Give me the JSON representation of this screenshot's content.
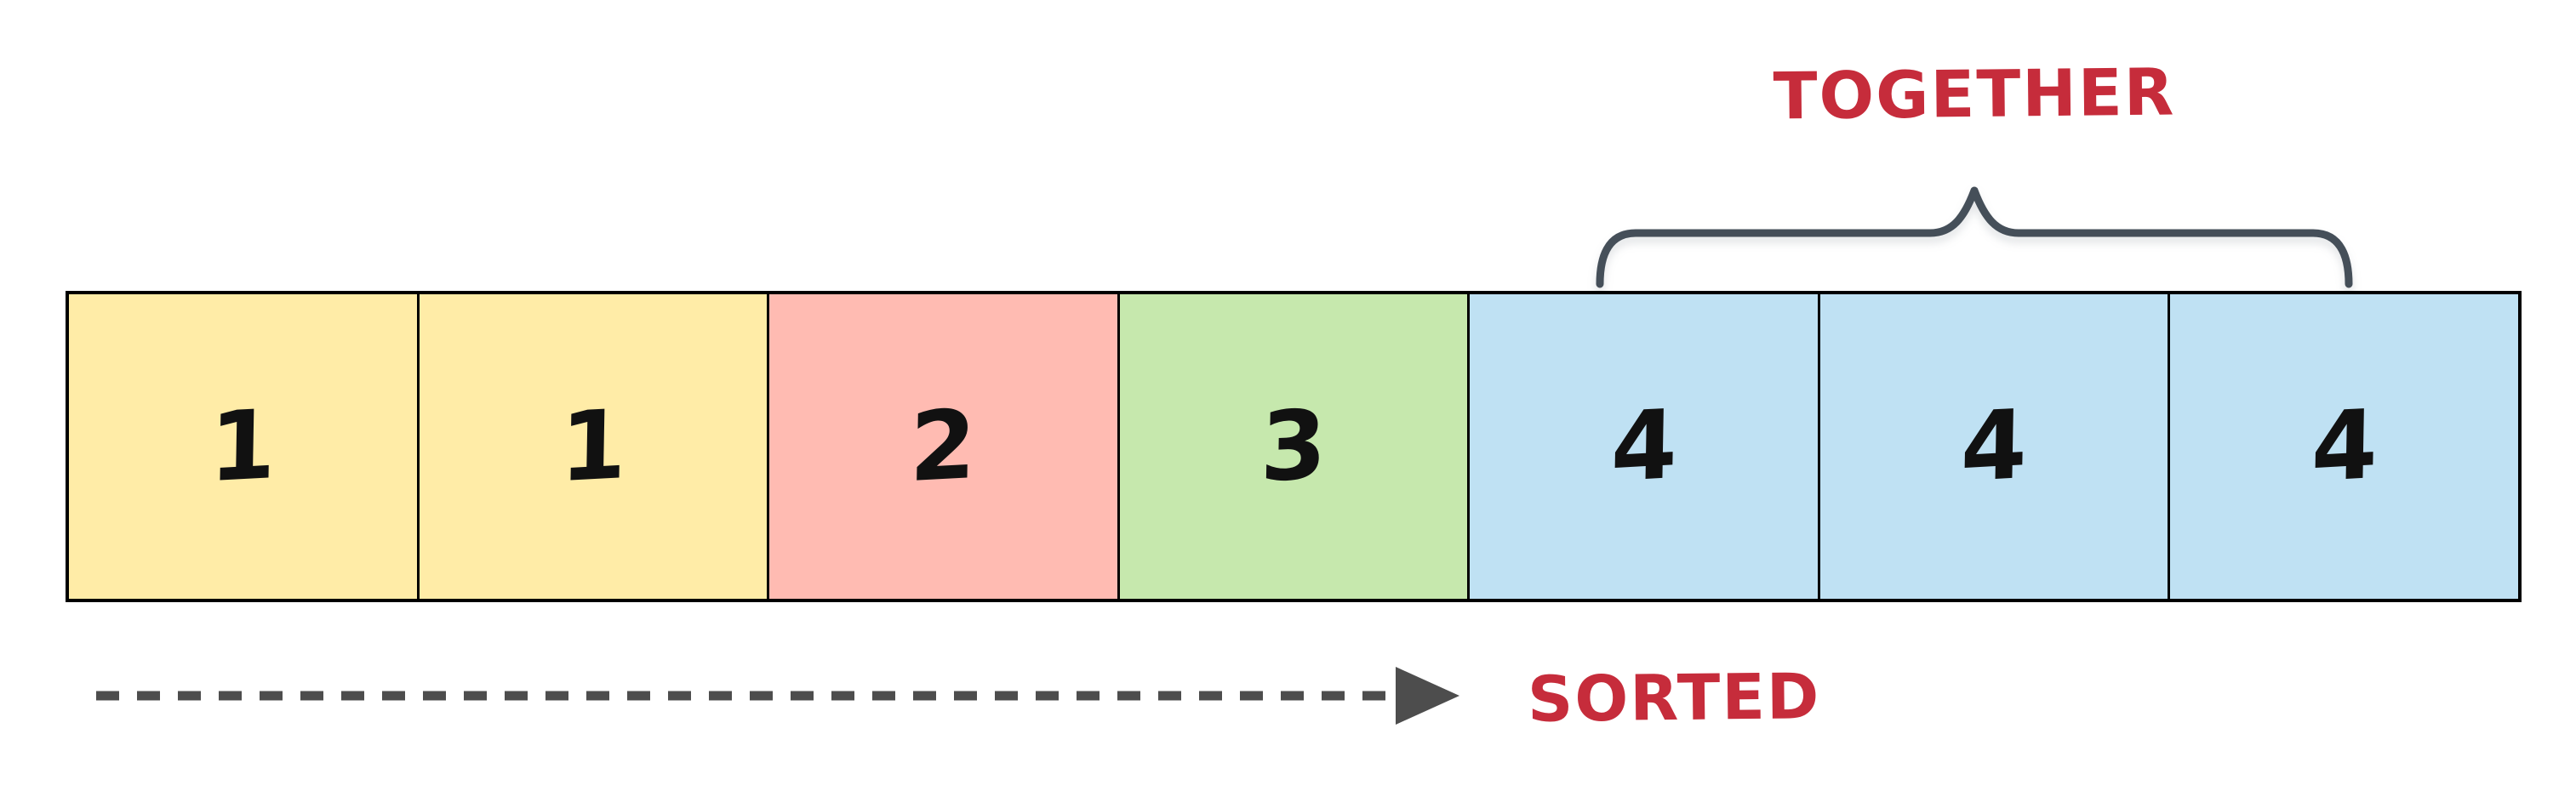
{
  "background": "#ffffff",
  "annotations": {
    "together": {
      "label": "TOGETHER",
      "color": "#c62c3b"
    },
    "sorted": {
      "label": "SORTED",
      "color": "#c62c3b"
    },
    "brace": {
      "color": "#454f59"
    },
    "arrow": {
      "color": "#4d4d4d",
      "style": "dashed"
    }
  },
  "array": {
    "border_color": "#000000",
    "value_color": "#111111",
    "cells": [
      {
        "value": "1",
        "fill": "#ffeca7"
      },
      {
        "value": "1",
        "fill": "#ffeca7"
      },
      {
        "value": "2",
        "fill": "#ffbbb2"
      },
      {
        "value": "3",
        "fill": "#c6e8ad"
      },
      {
        "value": "4",
        "fill": "#bfe1f3"
      },
      {
        "value": "4",
        "fill": "#bfe1f3"
      },
      {
        "value": "4",
        "fill": "#bfe1f3"
      }
    ]
  }
}
